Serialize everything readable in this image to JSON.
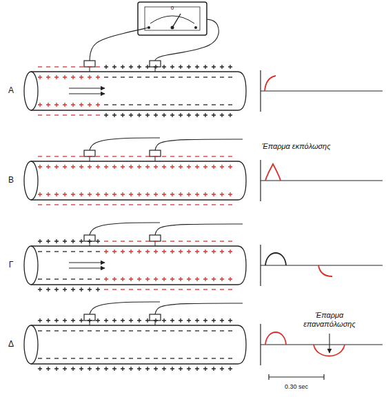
{
  "diagram": {
    "labels": [
      "0",
      "Α",
      "Β",
      "Γ",
      "Δ",
      "Έπαρμα εκπόλωσης",
      "Έπαρμα επαναπόλωσης",
      "0.30 sec"
    ]
  }
}
